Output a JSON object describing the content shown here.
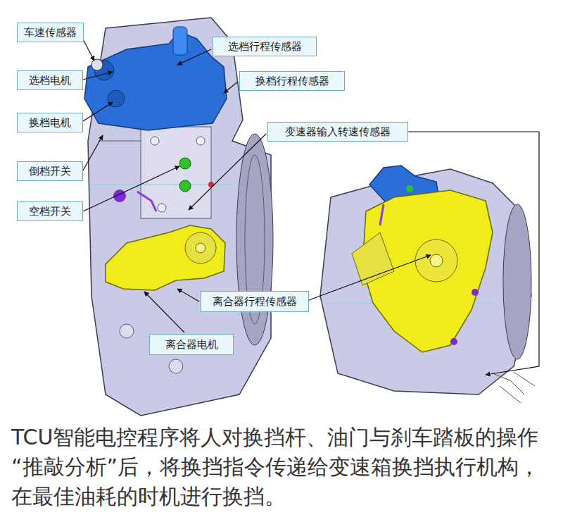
{
  "diagram": {
    "caption": "TCU智能电控程序将人对换挡杆、油门与刹车踏板的操作“推敲分析”后，将换挡指令传递给变速箱换挡执行机构，在最佳油耗的时机进行换挡。",
    "nodes": [
      {
        "text": [
          "车速传感器"
        ]
      },
      {
        "text": [
          "选档行程传感器"
        ]
      },
      {
        "text": [
          "选档电机"
        ]
      },
      {
        "text": [
          "换档行程传感器"
        ]
      },
      {
        "text": [
          "换档电机"
        ]
      },
      {
        "text": [
          "变速器输入转速传感器"
        ]
      },
      {
        "text": [
          "倒档开关"
        ]
      },
      {
        "text": [
          "空档开关"
        ]
      },
      {
        "text": [
          "离合器行程传感器"
        ]
      },
      {
        "text": [
          "离合器电机"
        ]
      }
    ]
  }
}
